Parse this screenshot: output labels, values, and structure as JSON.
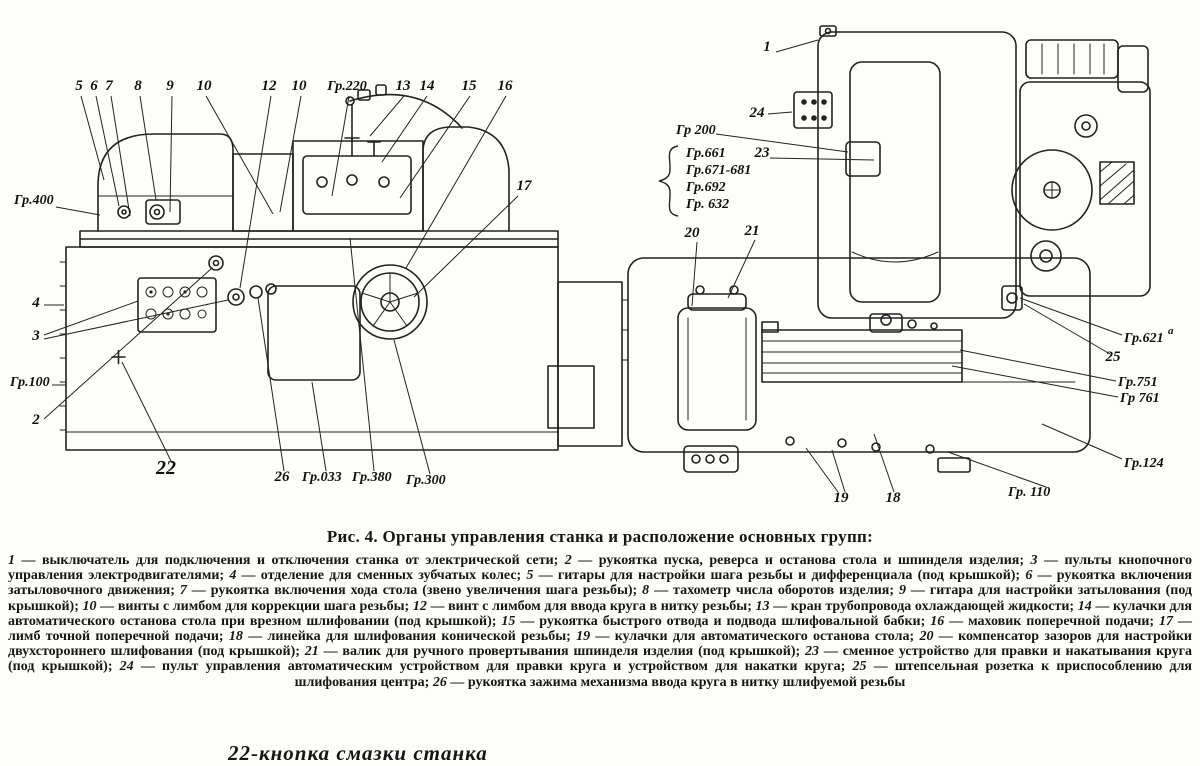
{
  "figure_caption": "Рис. 4. Органы управления станка и расположение основных групп:",
  "handwritten_note": "22-кнопка смазки станка",
  "colors": {
    "ink": "#222222",
    "paper": "#fdfdfa"
  },
  "callouts": {
    "left_top": [
      "5",
      "6",
      "7",
      "8",
      "9",
      "10",
      "12",
      "10",
      "Гр.220",
      "13",
      "14",
      "15",
      "16"
    ],
    "left_mid": [
      "17",
      "Гр.400",
      "4",
      "3",
      "Гр.100",
      "2",
      "22"
    ],
    "left_bottom": [
      "26",
      "Гр.033",
      "Гр.380",
      "Гр.300"
    ],
    "right_top": [
      "1",
      "24",
      "Гр 200",
      "Гр.661",
      "Гр.671-681",
      "Гр.692",
      "Гр. 632",
      "23",
      "20",
      "21"
    ],
    "right_side": [
      "Гр.621",
      "a",
      "25",
      "Гр.751",
      "Гр 761",
      "Гр.124",
      "Гр. 110",
      "19",
      "18"
    ]
  },
  "legend": {
    "items": [
      {
        "n": "1",
        "t": "выключатель для подключения и отключения станка от электрической сети"
      },
      {
        "n": "2",
        "t": "рукоятка пуска, реверса и останова стола и шпинделя изделия"
      },
      {
        "n": "3",
        "t": "пульты кнопочного управления электродвигателями"
      },
      {
        "n": "4",
        "t": "отделение для сменных зубчатых колес"
      },
      {
        "n": "5",
        "t": "гитары для настройки шага резьбы и дифференциала (под крышкой)"
      },
      {
        "n": "6",
        "t": "рукоятка включения затыловочного движения"
      },
      {
        "n": "7",
        "t": "рукоятка включения хода стола (звено увеличения шага резьбы)"
      },
      {
        "n": "8",
        "t": "тахометр числа оборотов изделия"
      },
      {
        "n": "9",
        "t": "гитара для настройки затылования (под крышкой)"
      },
      {
        "n": "10",
        "t": "винты с лимбом для коррекции шага резьбы"
      },
      {
        "n": "12",
        "t": "винт с лимбом для ввода круга в нитку резьбы"
      },
      {
        "n": "13",
        "t": "кран трубопровода охлаждающей жидкости"
      },
      {
        "n": "14",
        "t": "кулачки для автоматического останова стола при врезном шлифовании (под крышкой)"
      },
      {
        "n": "15",
        "t": "рукоятка быстрого отвода и подвода шлифовальной бабки"
      },
      {
        "n": "16",
        "t": "маховик поперечной подачи"
      },
      {
        "n": "17",
        "t": "лимб точной поперечной подачи"
      },
      {
        "n": "18",
        "t": "линейка для шлифования конической резьбы"
      },
      {
        "n": "19",
        "t": "кулачки для автоматического останова стола"
      },
      {
        "n": "20",
        "t": "компенсатор зазоров для настройки двухстороннего шлифования (под крышкой)"
      },
      {
        "n": "21",
        "t": "валик для ручного провертывания шпинделя изделия (под крышкой)"
      },
      {
        "n": "23",
        "t": "сменное устройство для правки и накатывания круга (под крышкой)"
      },
      {
        "n": "24",
        "t": "пульт управления автоматическим устройством для правки круга и устройством для накатки круга"
      },
      {
        "n": "25",
        "t": "штепсельная розетка к приспособлению для шлифования центра"
      },
      {
        "n": "26",
        "t": "рукоятка зажима механизма ввода круга в нитку шлифуемой резьбы"
      }
    ]
  }
}
